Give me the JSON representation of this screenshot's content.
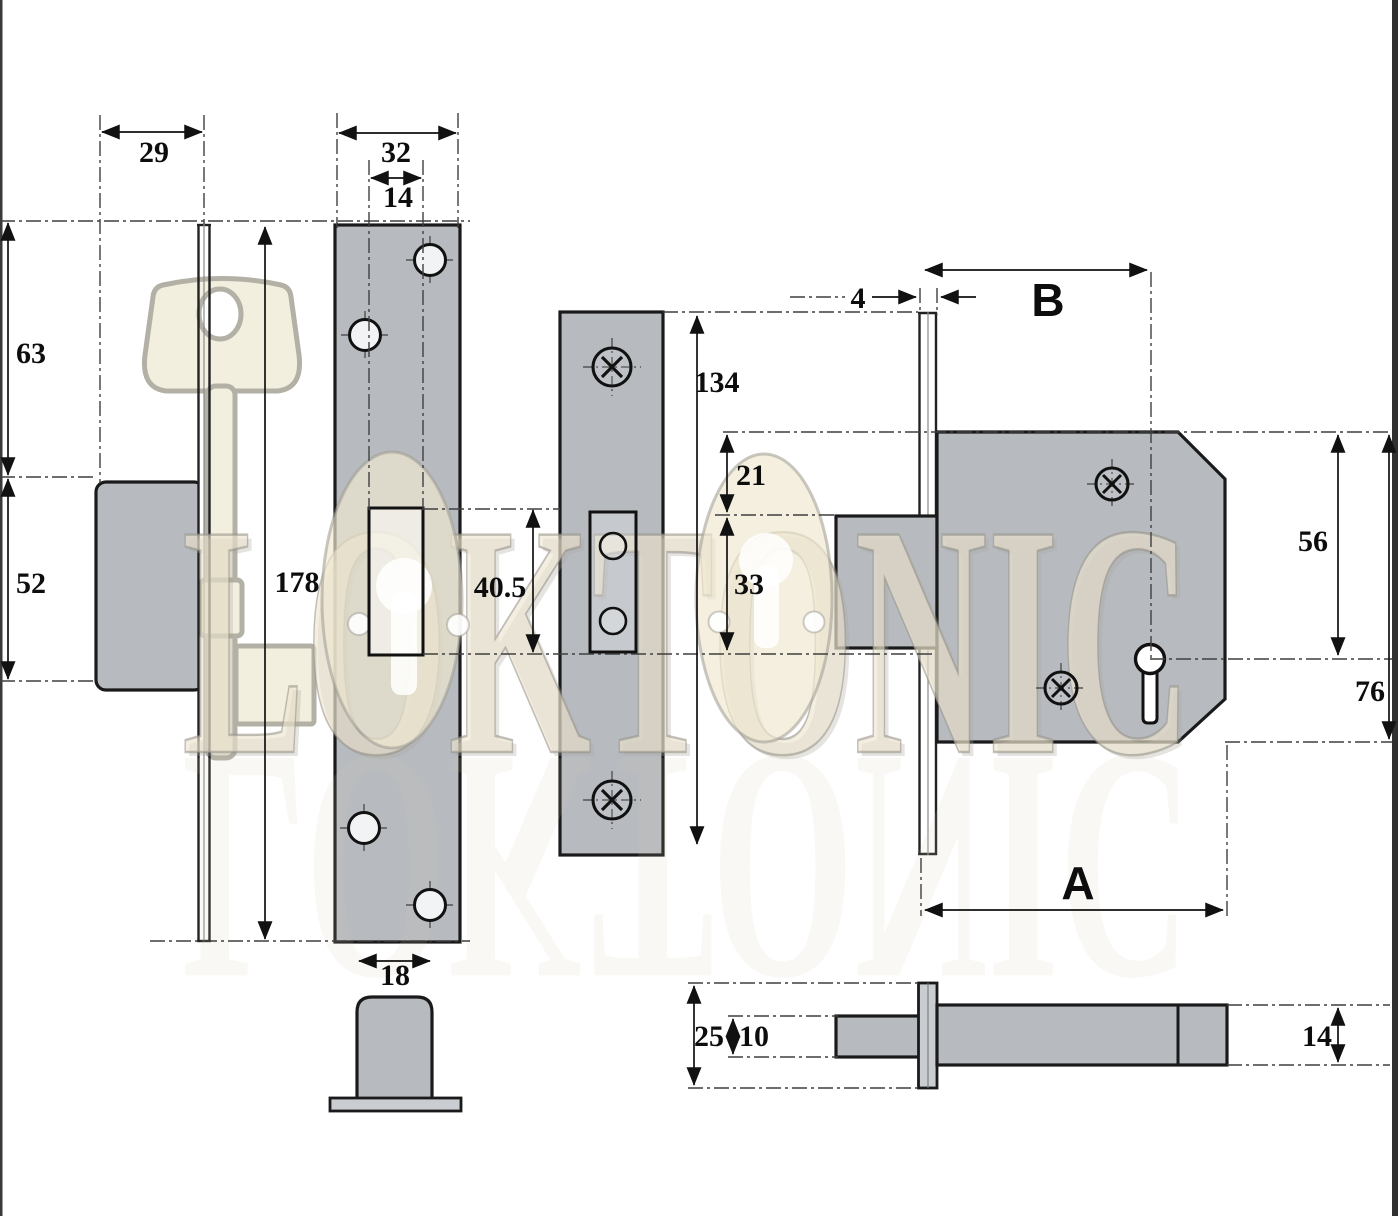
{
  "watermark": {
    "text": "LOKTONIC"
  },
  "dims": {
    "bolt_protrusion": "29",
    "plate_top_to_bolt": "63",
    "bolt_cutout_height": "52",
    "faceplate_length": "178",
    "faceplate_width": "32",
    "keyway_width": "14",
    "keyway_height": "40.5",
    "bolt_face_width": "18",
    "strike_length": "134",
    "plate_thickness": "4",
    "backset_label": "B",
    "body_top_to_bolt": "21",
    "bolt_height": "33",
    "top_to_keyhole": "56",
    "body_height": "76",
    "case_depth_label": "A",
    "profile_height": "25",
    "tail_thickness": "10",
    "bolt_thickness": "14"
  }
}
